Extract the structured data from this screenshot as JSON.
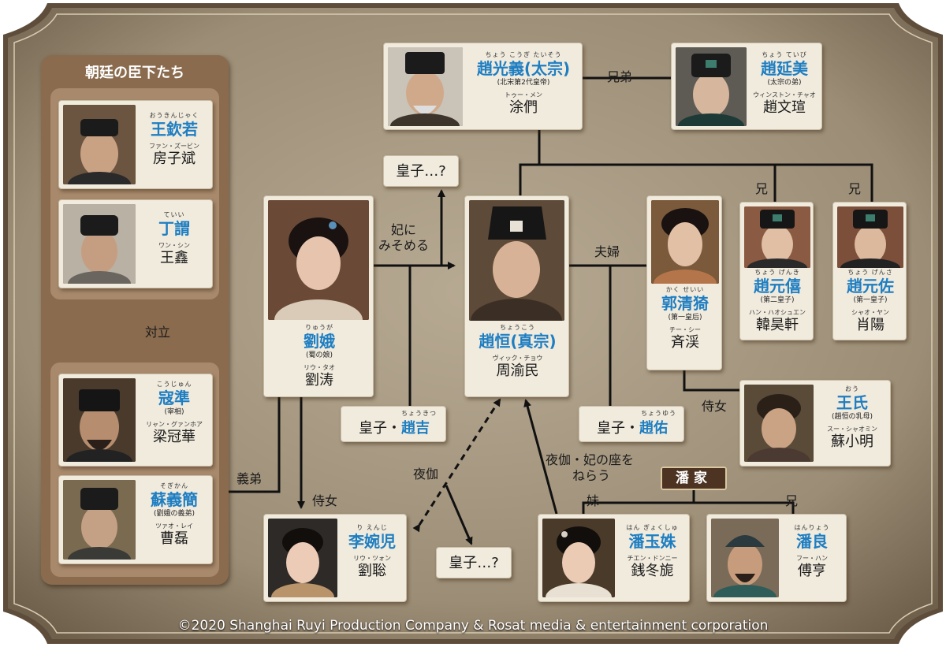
{
  "court": {
    "title": "朝廷の臣下たち",
    "conflict": "対立"
  },
  "characters": {
    "wangqinruo": {
      "ruby": "おうきんじゃく",
      "name": "王欽若",
      "actor_kana": "ファン・ズービン",
      "actor": "房子斌"
    },
    "dingwei": {
      "ruby": "ていい",
      "name": "丁謂",
      "actor_kana": "ワン・シン",
      "actor": "王鑫"
    },
    "kouzhun": {
      "ruby": "こうじゅん",
      "name": "寇準",
      "sub": "(宰相)",
      "actor_kana": "リャン・グァンホア",
      "actor": "梁冠華"
    },
    "suyijian": {
      "ruby": "そぎかん",
      "name": "蘇義簡",
      "sub": "(劉娥の義弟)",
      "actor_kana": "ツァオ・レイ",
      "actor": "曹磊"
    },
    "zhaoguangyi": {
      "ruby": "ちょう こうぎ たいそう",
      "name": "趙光義(太宗)",
      "sub": "(北宋第2代皇帝)",
      "actor_kana": "トゥー・メン",
      "actor": "涂們"
    },
    "zhaoyanmei": {
      "ruby": "ちょう ていび",
      "name": "趙延美",
      "sub": "(太宗の弟)",
      "actor_kana": "ウィンストン・チャオ",
      "actor": "趙文瑄"
    },
    "liue": {
      "ruby": "りゅうが",
      "name": "劉娥",
      "sub": "(蜀の娘)",
      "actor_kana": "リウ・タオ",
      "actor": "劉涛"
    },
    "zhaoheng": {
      "ruby": "ちょうこう",
      "name": "趙恒(真宗)",
      "actor_kana": "ヴィック・チョウ",
      "actor": "周渝民"
    },
    "guoqingyi": {
      "ruby": "かく せいい",
      "name": "郭清猗",
      "sub": "(第一皇后)",
      "actor_kana": "チー・シー",
      "actor": "斉渓"
    },
    "zhaoyuanxi": {
      "ruby": "ちょう げんき",
      "name": "趙元僖",
      "sub": "(第二皇子)",
      "actor_kana": "ハン・ハオシュエン",
      "actor": "韓昊軒"
    },
    "zhaoyuanzuo": {
      "ruby": "ちょう げんさ",
      "name": "趙元佐",
      "sub": "(第一皇子)",
      "actor_kana": "シャオ・ヤン",
      "actor": "肖陽"
    },
    "wangshi": {
      "ruby": "おう",
      "name": "王氏",
      "sub": "(趙恒の乳母)",
      "actor_kana": "スー・シャオミン",
      "actor": "蘇小明"
    },
    "liwaner": {
      "ruby": "り えんじ",
      "name": "李婉児",
      "actor_kana": "リウ・ツォン",
      "actor": "劉聡"
    },
    "panyuzhu": {
      "ruby": "はん ぎょくしゅ",
      "name": "潘玉姝",
      "actor_kana": "チエン・ドンニー",
      "actor": "銭冬旎"
    },
    "panliang": {
      "ruby": "はんりょう",
      "name": "潘良",
      "actor_kana": "フー・ハン",
      "actor": "傅亨"
    }
  },
  "boxes": {
    "prince_q1": "皇子…?",
    "prince_q2": "皇子…?",
    "prince_ji_prefix": "皇子・",
    "prince_ji_name": "趙吉",
    "prince_ji_ruby": "ちょうきつ",
    "prince_you_prefix": "皇子・",
    "prince_you_name": "趙佑",
    "prince_you_ruby": "ちょうゆう",
    "pan_family": "潘家"
  },
  "relations": {
    "brothers": "兄弟",
    "elder1": "兄",
    "elder2": "兄",
    "couple": "夫婦",
    "concubine_line1": "妃に",
    "concubine_line2": "みそめる",
    "maid1": "侍女",
    "maid2": "侍女",
    "sworn_brother": "義弟",
    "night": "夜伽",
    "night_seat_line1": "夜伽・妃の座を",
    "night_seat_line2": "ねらう",
    "younger_sister": "妹",
    "elder_brother": "兄"
  },
  "copyright": "©2020 Shanghai Ruyi Production Company & Rosat media & entertainment corporation",
  "colors": {
    "name_blue": "#1e7ec2",
    "card": "#f1ebde",
    "court_panel": "#8a6b4e",
    "background": "#9c8b74"
  }
}
